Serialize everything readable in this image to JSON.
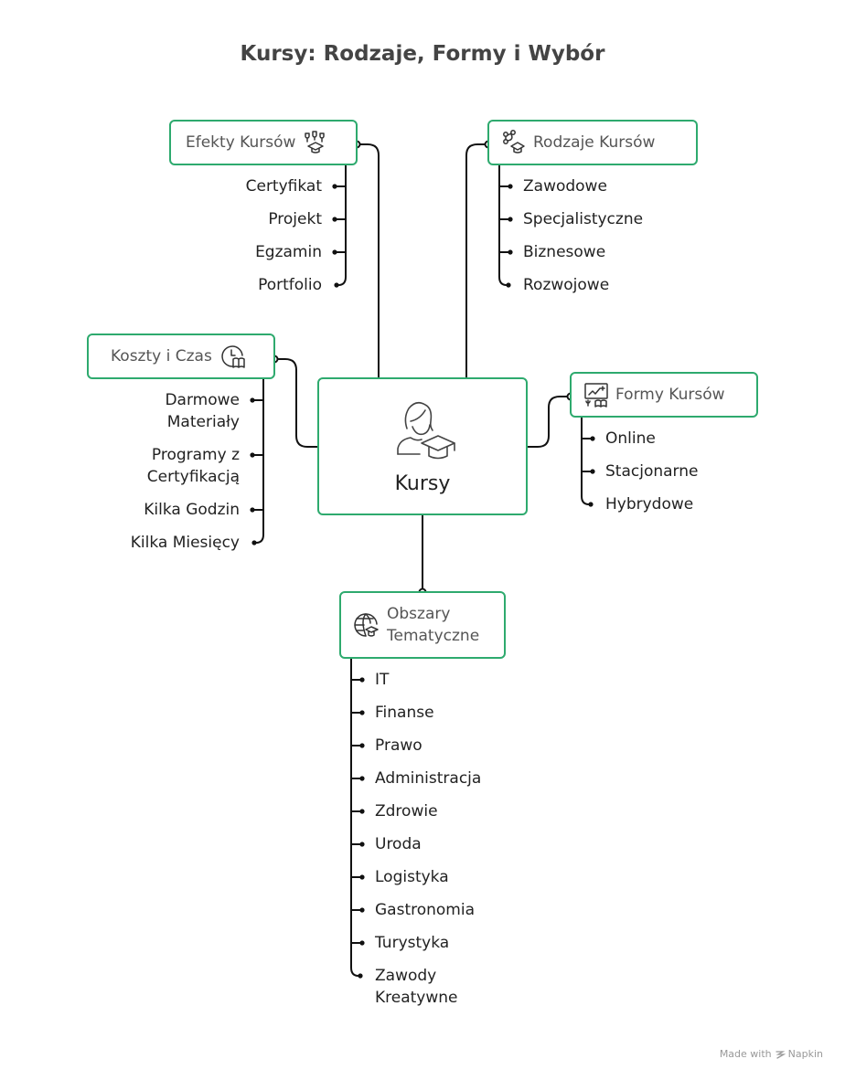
{
  "title": "Kursy: Rodzaje, Formy i Wybór",
  "center": {
    "label": "Kursy",
    "icon": "student-graduation-icon"
  },
  "accent_color": "#2eaa6e",
  "line_color": "#111111",
  "branches": {
    "efekty": {
      "label": "Efekty Kursów",
      "icon": "trophy-graduation-icon",
      "items": [
        "Certyfikat",
        "Projekt",
        "Egzamin",
        "Portfolio"
      ]
    },
    "rodzaje": {
      "label": "Rodzaje Kursów",
      "icon": "network-graduation-icon",
      "items": [
        "Zawodowe",
        "Specjalistyczne",
        "Biznesowe",
        "Rozwojowe"
      ]
    },
    "koszty": {
      "label": "Koszty i Czas",
      "icon": "clock-book-icon",
      "items": [
        "Darmowe\nMateriały",
        "Programy z\nCertyfikacją",
        "Kilka Godzin",
        "Kilka Miesięcy"
      ]
    },
    "formy": {
      "label": "Formy Kursów",
      "icon": "presentation-book-icon",
      "items": [
        "Online",
        "Stacjonarne",
        "Hybrydowe"
      ]
    },
    "obszary": {
      "label": "Obszary\nTematyczne",
      "icon": "globe-graduation-icon",
      "items": [
        "IT",
        "Finanse",
        "Prawo",
        "Administracja",
        "Zdrowie",
        "Uroda",
        "Logistyka",
        "Gastronomia",
        "Turystyka",
        "Zawody\nKreatywne"
      ]
    }
  },
  "footer": {
    "text": "Made with",
    "brand": "Napkin",
    "icon": "napkin-logo-icon"
  }
}
